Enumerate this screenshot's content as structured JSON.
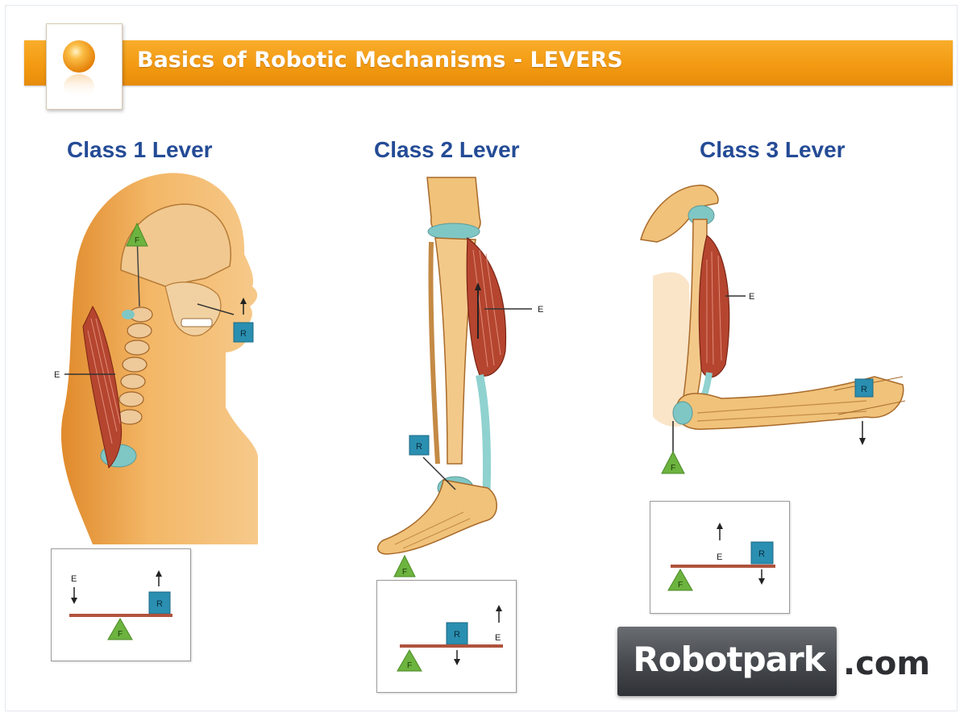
{
  "header": {
    "title": "Basics of Robotic Mechanisms - LEVERS"
  },
  "colors": {
    "banner": "#f39a12",
    "heading": "#244b96",
    "fulcrum": "#6db33f",
    "resistance": "#2a8fb0",
    "bone": "#f0c27a",
    "muscle": "#b5452f",
    "lever_bar": "#b0533d"
  },
  "icons": {
    "logo": "orange-orb-icon",
    "fulcrum": "triangle-icon",
    "resistance": "square-weight-icon",
    "arrow": "arrow-icon"
  },
  "levers": [
    {
      "title": "Class 1 Lever",
      "illustration": {
        "fulcrum": "F",
        "resistance": "R",
        "effort": "E"
      },
      "diagram": {
        "effort": "E",
        "resistance": "R",
        "fulcrum": "F"
      }
    },
    {
      "title": "Class 2 Lever",
      "illustration": {
        "fulcrum": "F",
        "resistance": "R",
        "effort": "E"
      },
      "diagram": {
        "effort": "E",
        "resistance": "R",
        "fulcrum": "F"
      }
    },
    {
      "title": "Class 3 Lever",
      "illustration": {
        "fulcrum": "F",
        "resistance": "R",
        "effort": "E"
      },
      "diagram": {
        "effort": "E",
        "resistance": "R",
        "fulcrum": "F"
      }
    }
  ],
  "brand": {
    "name": "Robotpark",
    "suffix": ".com"
  }
}
